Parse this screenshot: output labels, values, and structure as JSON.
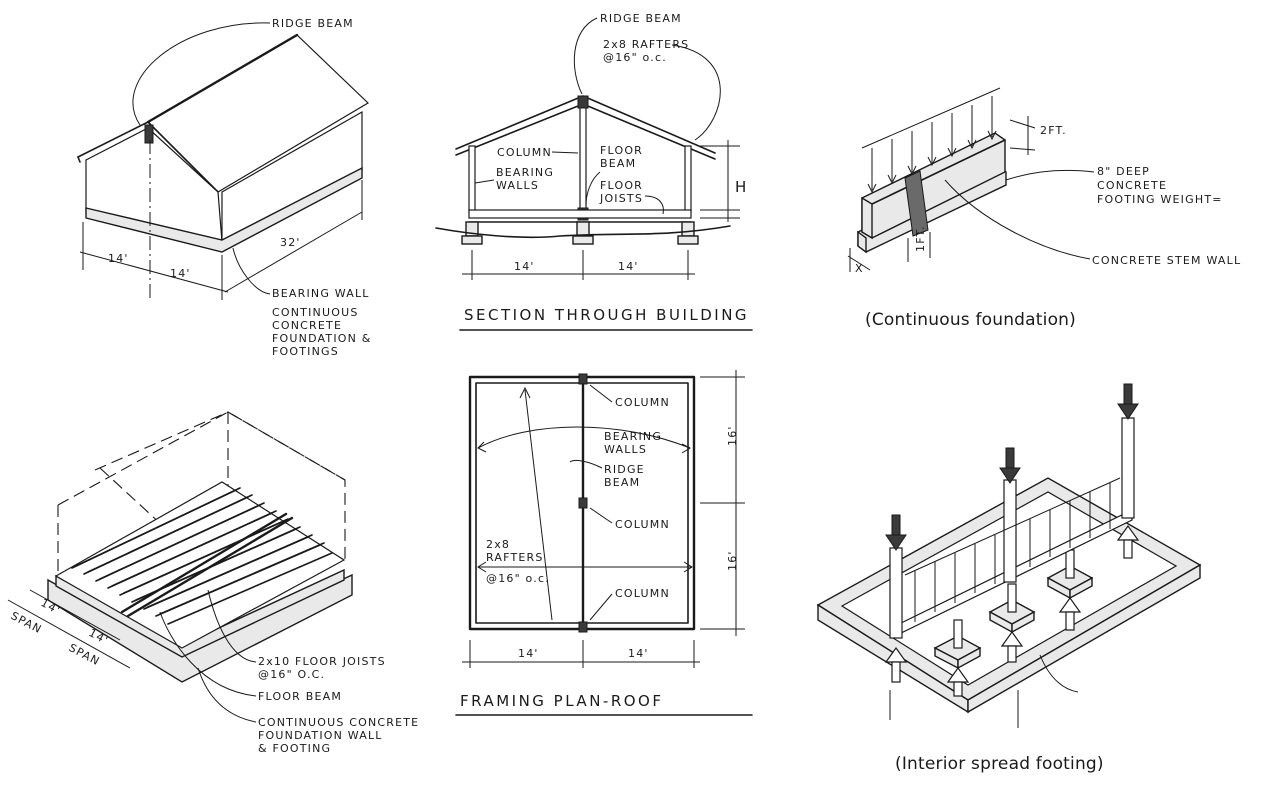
{
  "panels": {
    "house_iso": {
      "ridge_beam": "RIDGE BEAM",
      "dim_14_a": "14'",
      "dim_14_b": "14'",
      "dim_32": "32'",
      "bearing_wall": "BEARING WALL",
      "foundation_line1": "CONTINUOUS",
      "foundation_line2": "CONCRETE",
      "foundation_line3": "FOUNDATION &",
      "foundation_line4": "FOOTINGS"
    },
    "section": {
      "ridge_beam": "RIDGE BEAM",
      "rafters_line1": "2x8 RAFTERS",
      "rafters_line2": "@16\" o.c.",
      "column": "COLUMN",
      "floor_beam_line1": "FLOOR",
      "floor_beam_line2": "BEAM",
      "bearing_walls_line1": "BEARING",
      "bearing_walls_line2": "WALLS",
      "floor_joists_line1": "FLOOR",
      "floor_joists_line2": "JOISTS",
      "height_label": "H",
      "dim_14_a": "14'",
      "dim_14_b": "14'",
      "title": "SECTION THROUGH BUILDING"
    },
    "continuous_foundation": {
      "dim_2ft": "2FT.",
      "footing_line1": "8\" DEEP",
      "footing_line2": "CONCRETE",
      "footing_line3": "FOOTING WEIGHT=",
      "dim_1ft": "1FT.",
      "dim_x": "X",
      "stem_wall": "CONCRETE STEM WALL",
      "caption": "(Continuous foundation)"
    },
    "floor_framing": {
      "span_a": "SPAN",
      "span_b": "SPAN",
      "dim_14_a": "14'",
      "dim_14_b": "14'",
      "joists_line1": "2x10 FLOOR JOISTS",
      "joists_line2": "@16\" O.C.",
      "floor_beam": "FLOOR BEAM",
      "wall_line1": "CONTINUOUS CONCRETE",
      "wall_line2": "FOUNDATION WALL",
      "wall_line3": "& FOOTING"
    },
    "framing_plan": {
      "column_top": "COLUMN",
      "bearing_line1": "BEARING",
      "bearing_line2": "WALLS",
      "ridge_line1": "RIDGE",
      "ridge_line2": "BEAM",
      "column_mid": "COLUMN",
      "rafters_line1": "2x8",
      "rafters_line2": "RAFTERS",
      "rafters_line3": "@16\" o.c.",
      "column_bottom": "COLUMN",
      "dim_16_a": "16'",
      "dim_16_b": "16'",
      "dim_14_a": "14'",
      "dim_14_b": "14'",
      "title": "FRAMING PLAN-ROOF"
    },
    "spread_footing": {
      "caption": "(Interior spread footing)"
    }
  }
}
